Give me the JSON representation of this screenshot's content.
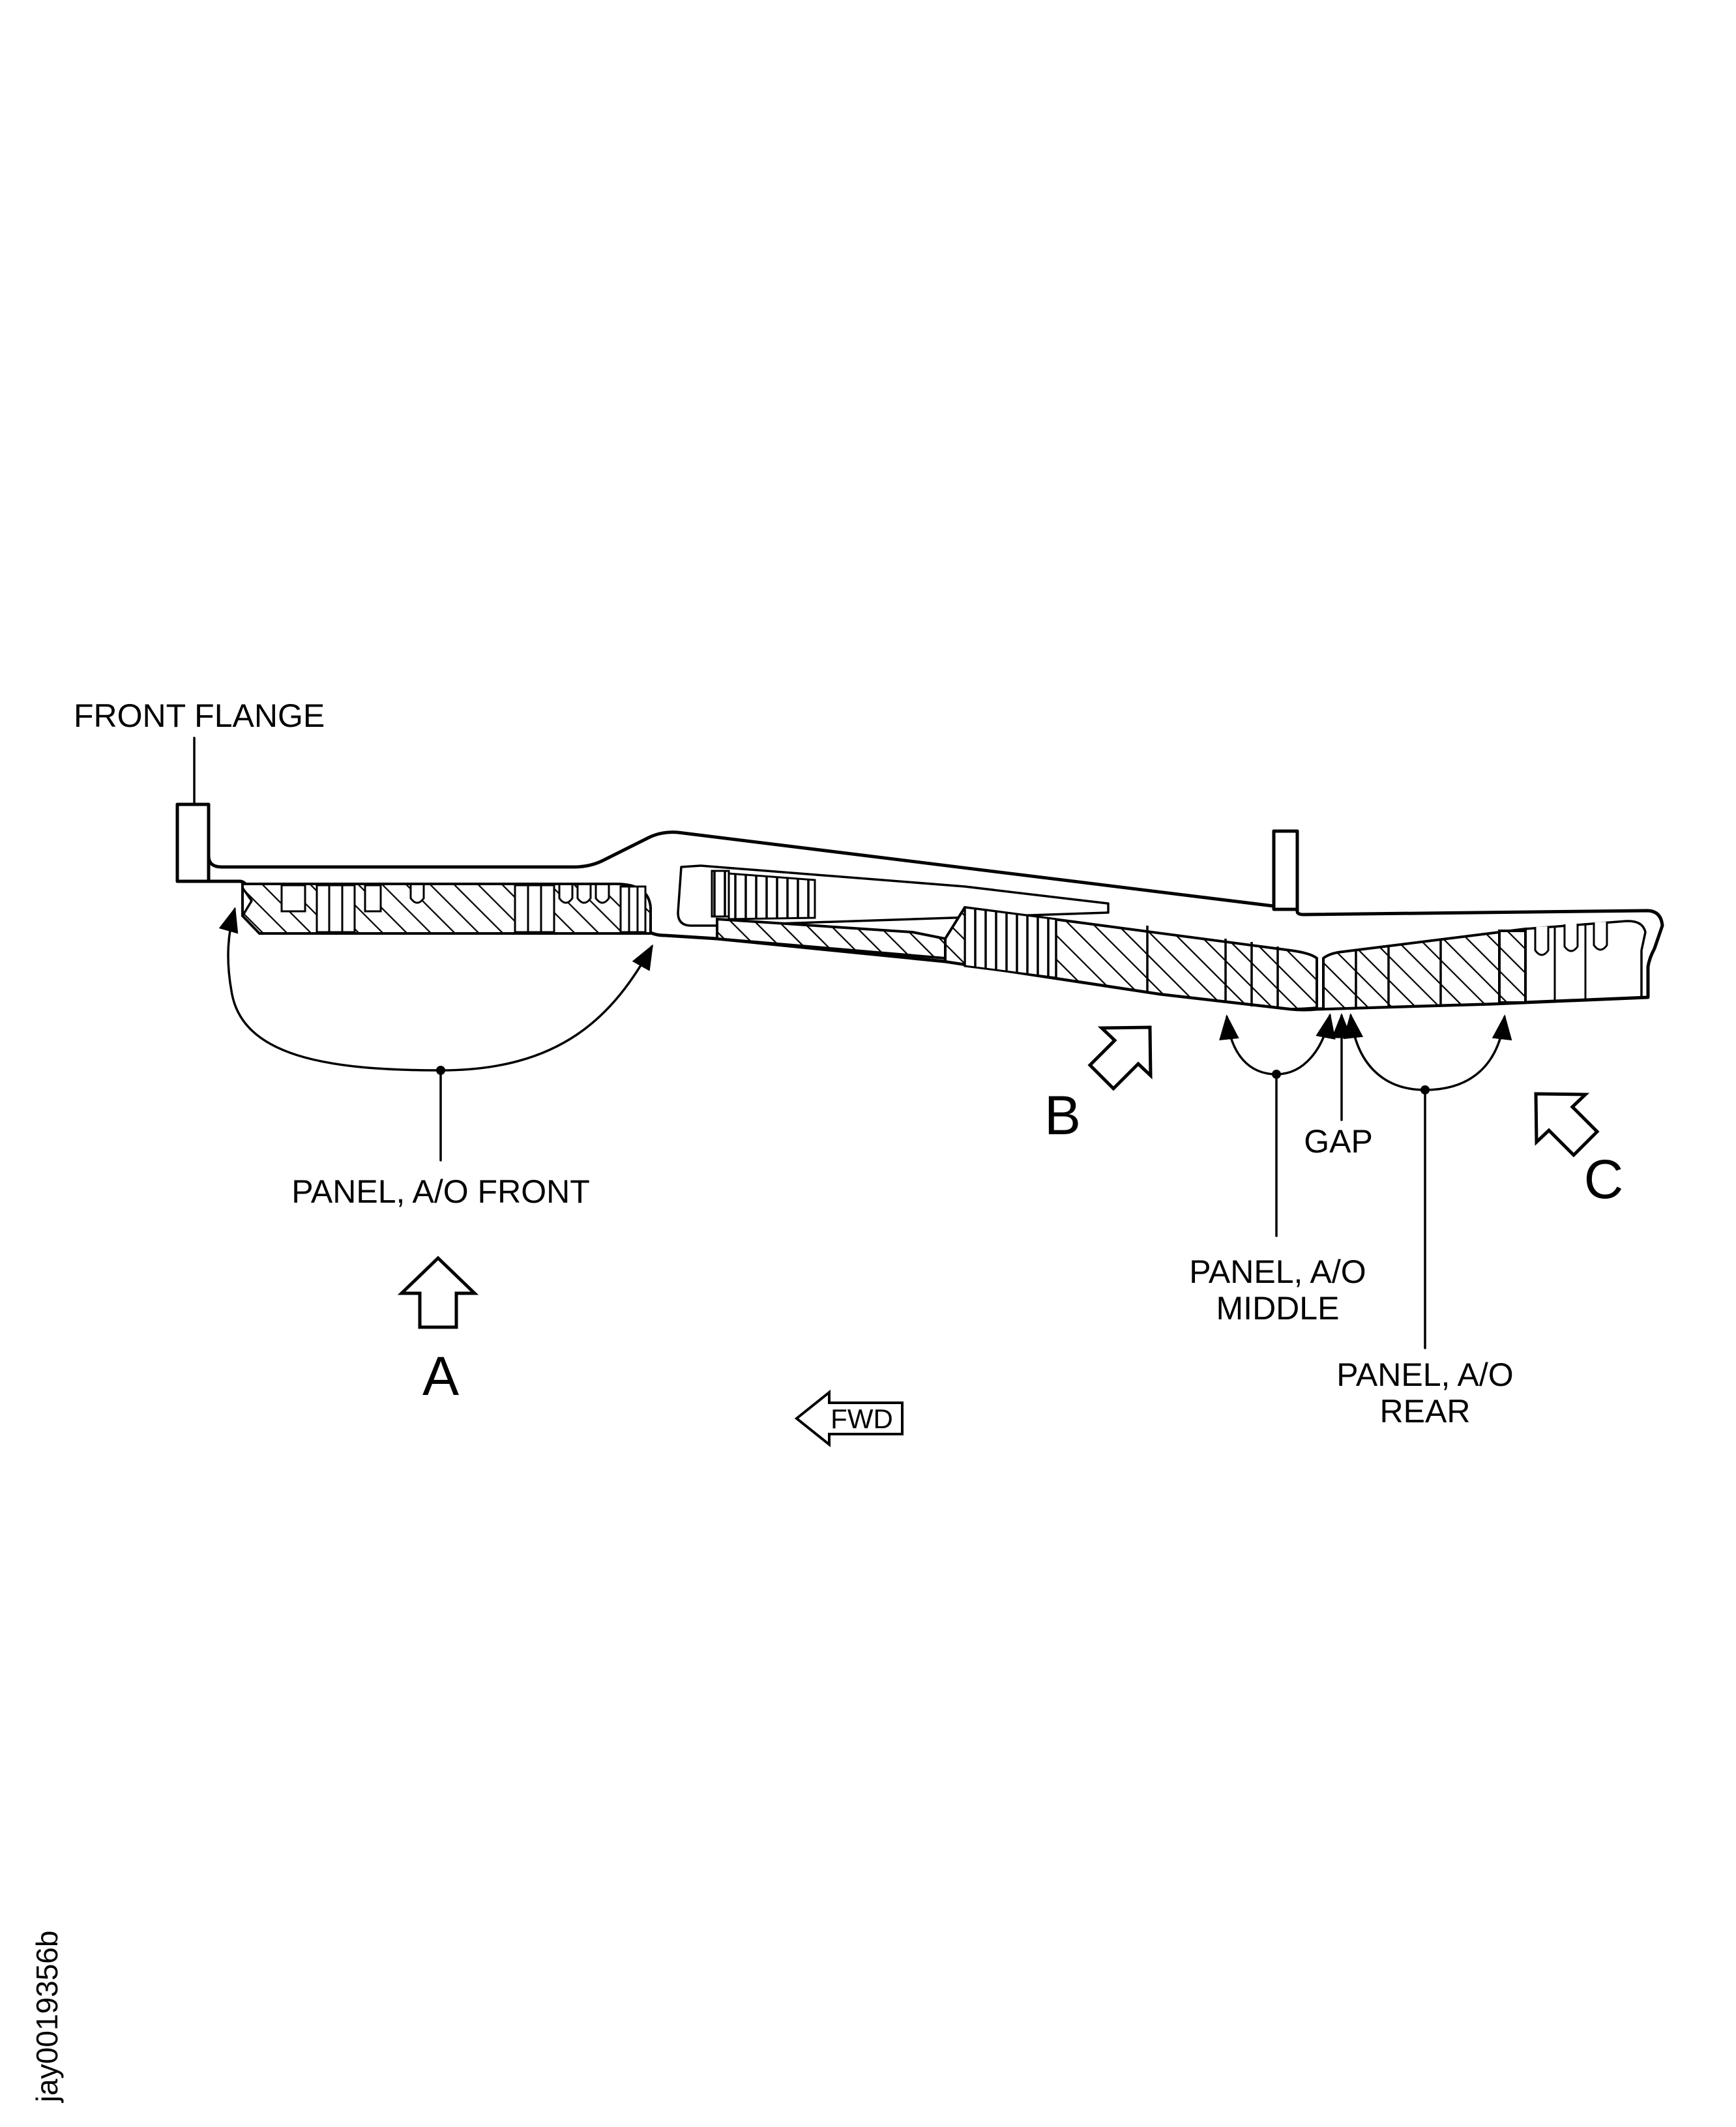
{
  "labels": {
    "front_flange": "FRONT FLANGE",
    "panel_front": "PANEL, A/O FRONT",
    "panel_middle_line1": "PANEL, A/O",
    "panel_middle_line2": "MIDDLE",
    "panel_rear_line1": "PANEL, A/O",
    "panel_rear_line2": "REAR",
    "gap": "GAP",
    "view_a": "A",
    "view_b": "B",
    "view_c": "C",
    "fwd": "FWD",
    "figure_id": "jay0019356b"
  },
  "icons": {
    "view_arrows": "hollow-block-arrow-icon",
    "fwd_arrow": "hollow-left-arrow-icon"
  },
  "colors": {
    "ink": "#000000",
    "paper": "#ffffff"
  }
}
